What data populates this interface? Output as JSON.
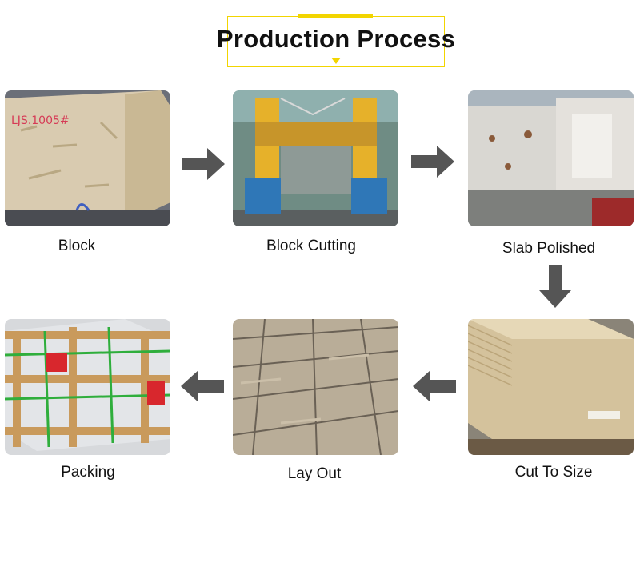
{
  "title": "Production Process",
  "steps": [
    {
      "label": "Block"
    },
    {
      "label": "Block Cutting"
    },
    {
      "label": "Slab Polished"
    },
    {
      "label": "Cut To Size"
    },
    {
      "label": "Lay Out"
    },
    {
      "label": "Packing"
    }
  ],
  "colors": {
    "accent": "#f2d500",
    "arrow": "#555555"
  },
  "icons": [
    "arrow-right-icon",
    "arrow-down-icon",
    "arrow-left-icon"
  ]
}
